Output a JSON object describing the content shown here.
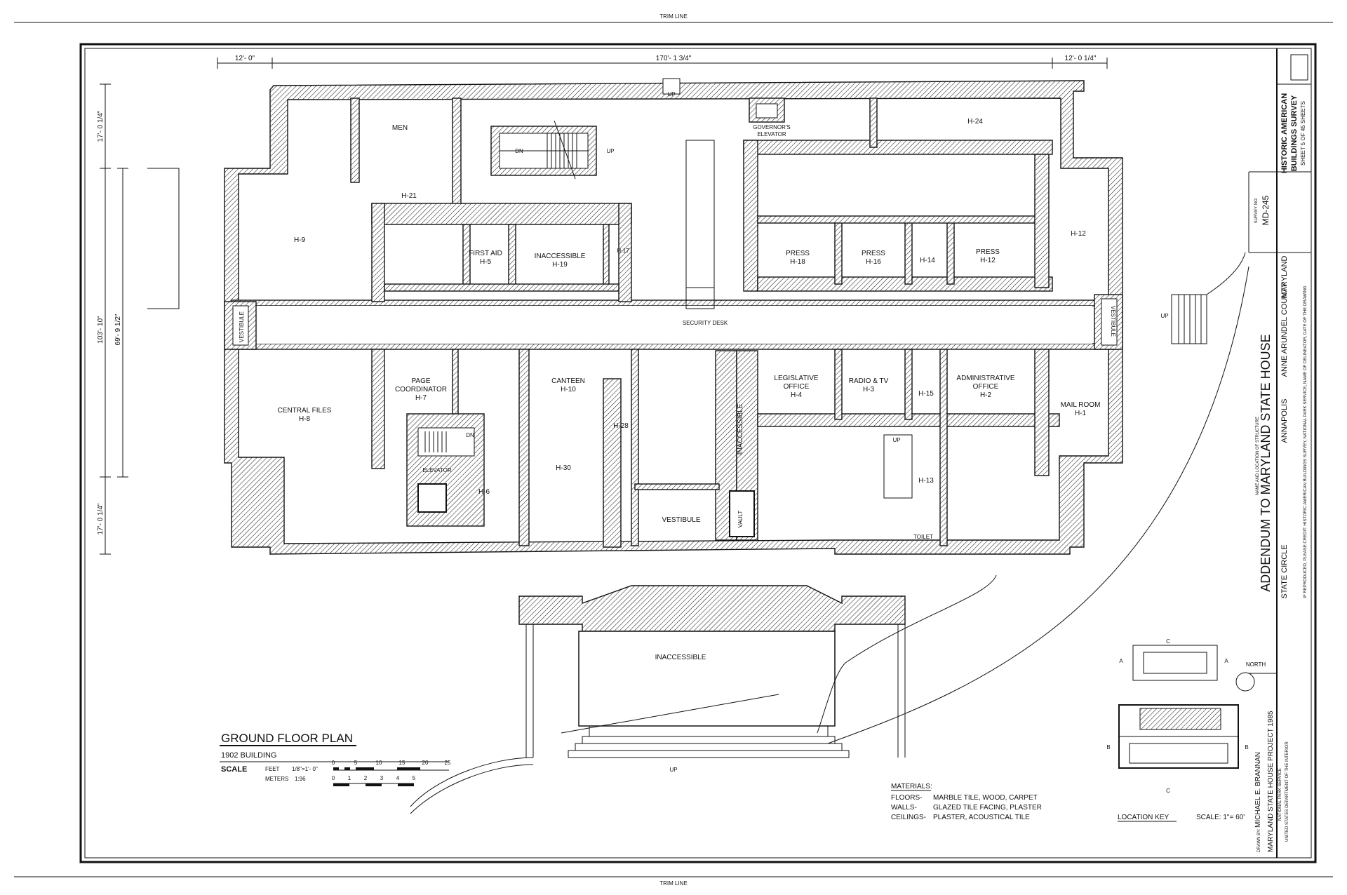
{
  "sheet": {
    "trim_line_top": "TRIM LINE",
    "trim_line_bottom": "TRIM LINE"
  },
  "dimensions": {
    "top_left": "12'- 0\"",
    "top_center": "170'- 1 3/4\"",
    "top_right": "12'- 0 1/4\"",
    "left_upper": "17'- 0 1/4\"",
    "left_total": "103'- 10\"",
    "left_mid": "69'- 9 1/2\"",
    "left_lower": "17'- 0 1/4\""
  },
  "rooms": {
    "men": "MEN",
    "h21": "H-21",
    "h9": "H-9",
    "first_aid": "FIRST AID",
    "h5": "H-5",
    "inaccessible_h19_a": "INACCESSIBLE",
    "h19": "H-19",
    "h17": "H-17",
    "governors_elevator_a": "GOVERNOR'S",
    "governors_elevator_b": "ELEVATOR",
    "h24": "H-24",
    "press_18": "PRESS",
    "h18": "H-18",
    "press_16": "PRESS",
    "h16": "H-16",
    "h14": "H-14",
    "press_12": "PRESS",
    "h12_small": "H-12",
    "h12": "H-12",
    "security_desk": "SECURITY DESK",
    "vestibule_left": "VESTIBULE",
    "vestibule_right": "VESTIBULE",
    "central_files": "CENTRAL FILES",
    "h8": "H-8",
    "page_coord_a": "PAGE",
    "page_coord_b": "COORDINATOR",
    "h7": "H-7",
    "canteen": "CANTEEN",
    "h10": "H-10",
    "h28": "H-28",
    "inaccessible_vertical": "INACCESSIBLE",
    "legislative_a": "LEGISLATIVE",
    "legislative_b": "OFFICE",
    "h4": "H-4",
    "radio_tv": "RADIO & TV",
    "h3": "H-3",
    "h15": "H-15",
    "admin_a": "ADMINISTRATIVE",
    "admin_b": "OFFICE",
    "h2": "H-2",
    "mail_room": "MAIL ROOM",
    "h1": "H-1",
    "elevator": "ELEVATOR",
    "h6": "H-6",
    "h30": "H-30",
    "vestibule_center": "VESTIBULE",
    "vault": "VAULT",
    "h13": "H-13",
    "toilet": "TOILET",
    "inaccessible_bottom": "INACCESSIBLE"
  },
  "stair_labels": {
    "dn_top": "DN",
    "up_top": "UP",
    "up_entry": "UP",
    "dn_elev": "DN",
    "up_h13": "UP",
    "up_right": "UP",
    "up_bottom": "UP"
  },
  "title_block": {
    "drawing_title": "GROUND FLOOR PLAN",
    "drawing_subtitle": "1902 BUILDING",
    "scale_label": "SCALE",
    "feet_label": "FEET",
    "feet_scale": "1/8\"=1'- 0\"",
    "meters_label": "METERS",
    "meters_scale": "1:96",
    "feet_ticks": [
      "0",
      "5",
      "10",
      "15",
      "20",
      "25"
    ],
    "meters_ticks": [
      "0",
      "1",
      "2",
      "3",
      "4",
      "5"
    ]
  },
  "materials": {
    "heading": "MATERIALS:",
    "floors_label": "FLOORS-",
    "floors": "MARBLE TILE, WOOD, CARPET",
    "walls_label": "WALLS-",
    "walls": "GLAZED TILE FACING, PLASTER",
    "ceilings_label": "CEILINGS-",
    "ceilings": "PLASTER, ACOUSTICAL TILE"
  },
  "location_key": {
    "label": "LOCATION KEY",
    "scale": "SCALE: 1\"= 60'",
    "north": "NORTH",
    "section_a": "A",
    "section_b": "B",
    "section_c": "C"
  },
  "side_panel": {
    "haer_a": "HISTORIC AMERICAN",
    "haer_b": "BUILDINGS SURVEY",
    "sheet": "SHEET 5 OF 45 SHEETS",
    "survey_no_label": "SURVEY NO.",
    "survey_no": "MD-245",
    "name_loc_label": "NAME AND LOCATION OF STRUCTURE",
    "title": "ADDENDUM   TO   MARYLAND STATE HOUSE",
    "address_a": "STATE CIRCLE",
    "address_b": "ANNAPOLIS",
    "address_c": "ANNE  ARUNDEL  COUNTY",
    "address_d": "MARYLAND",
    "credit": "IF REPRODUCED, PLEASE CREDIT: HISTORIC AMERICAN BUILDINGS SURVEY, NATIONAL PARK SERVICE, NAME OF DELINEATOR, DATE OF THE DRAWING",
    "drawn_by_label": "DRAWN BY:",
    "drawn_by": "MICHAEL E. BRANNAN",
    "project": "MARYLAND STATE HOUSE PROJECT 1985",
    "nps": "NATIONAL PARK SERVICE",
    "doi": "UNITED STATES DEPARTMENT OF THE INTERIOR"
  }
}
